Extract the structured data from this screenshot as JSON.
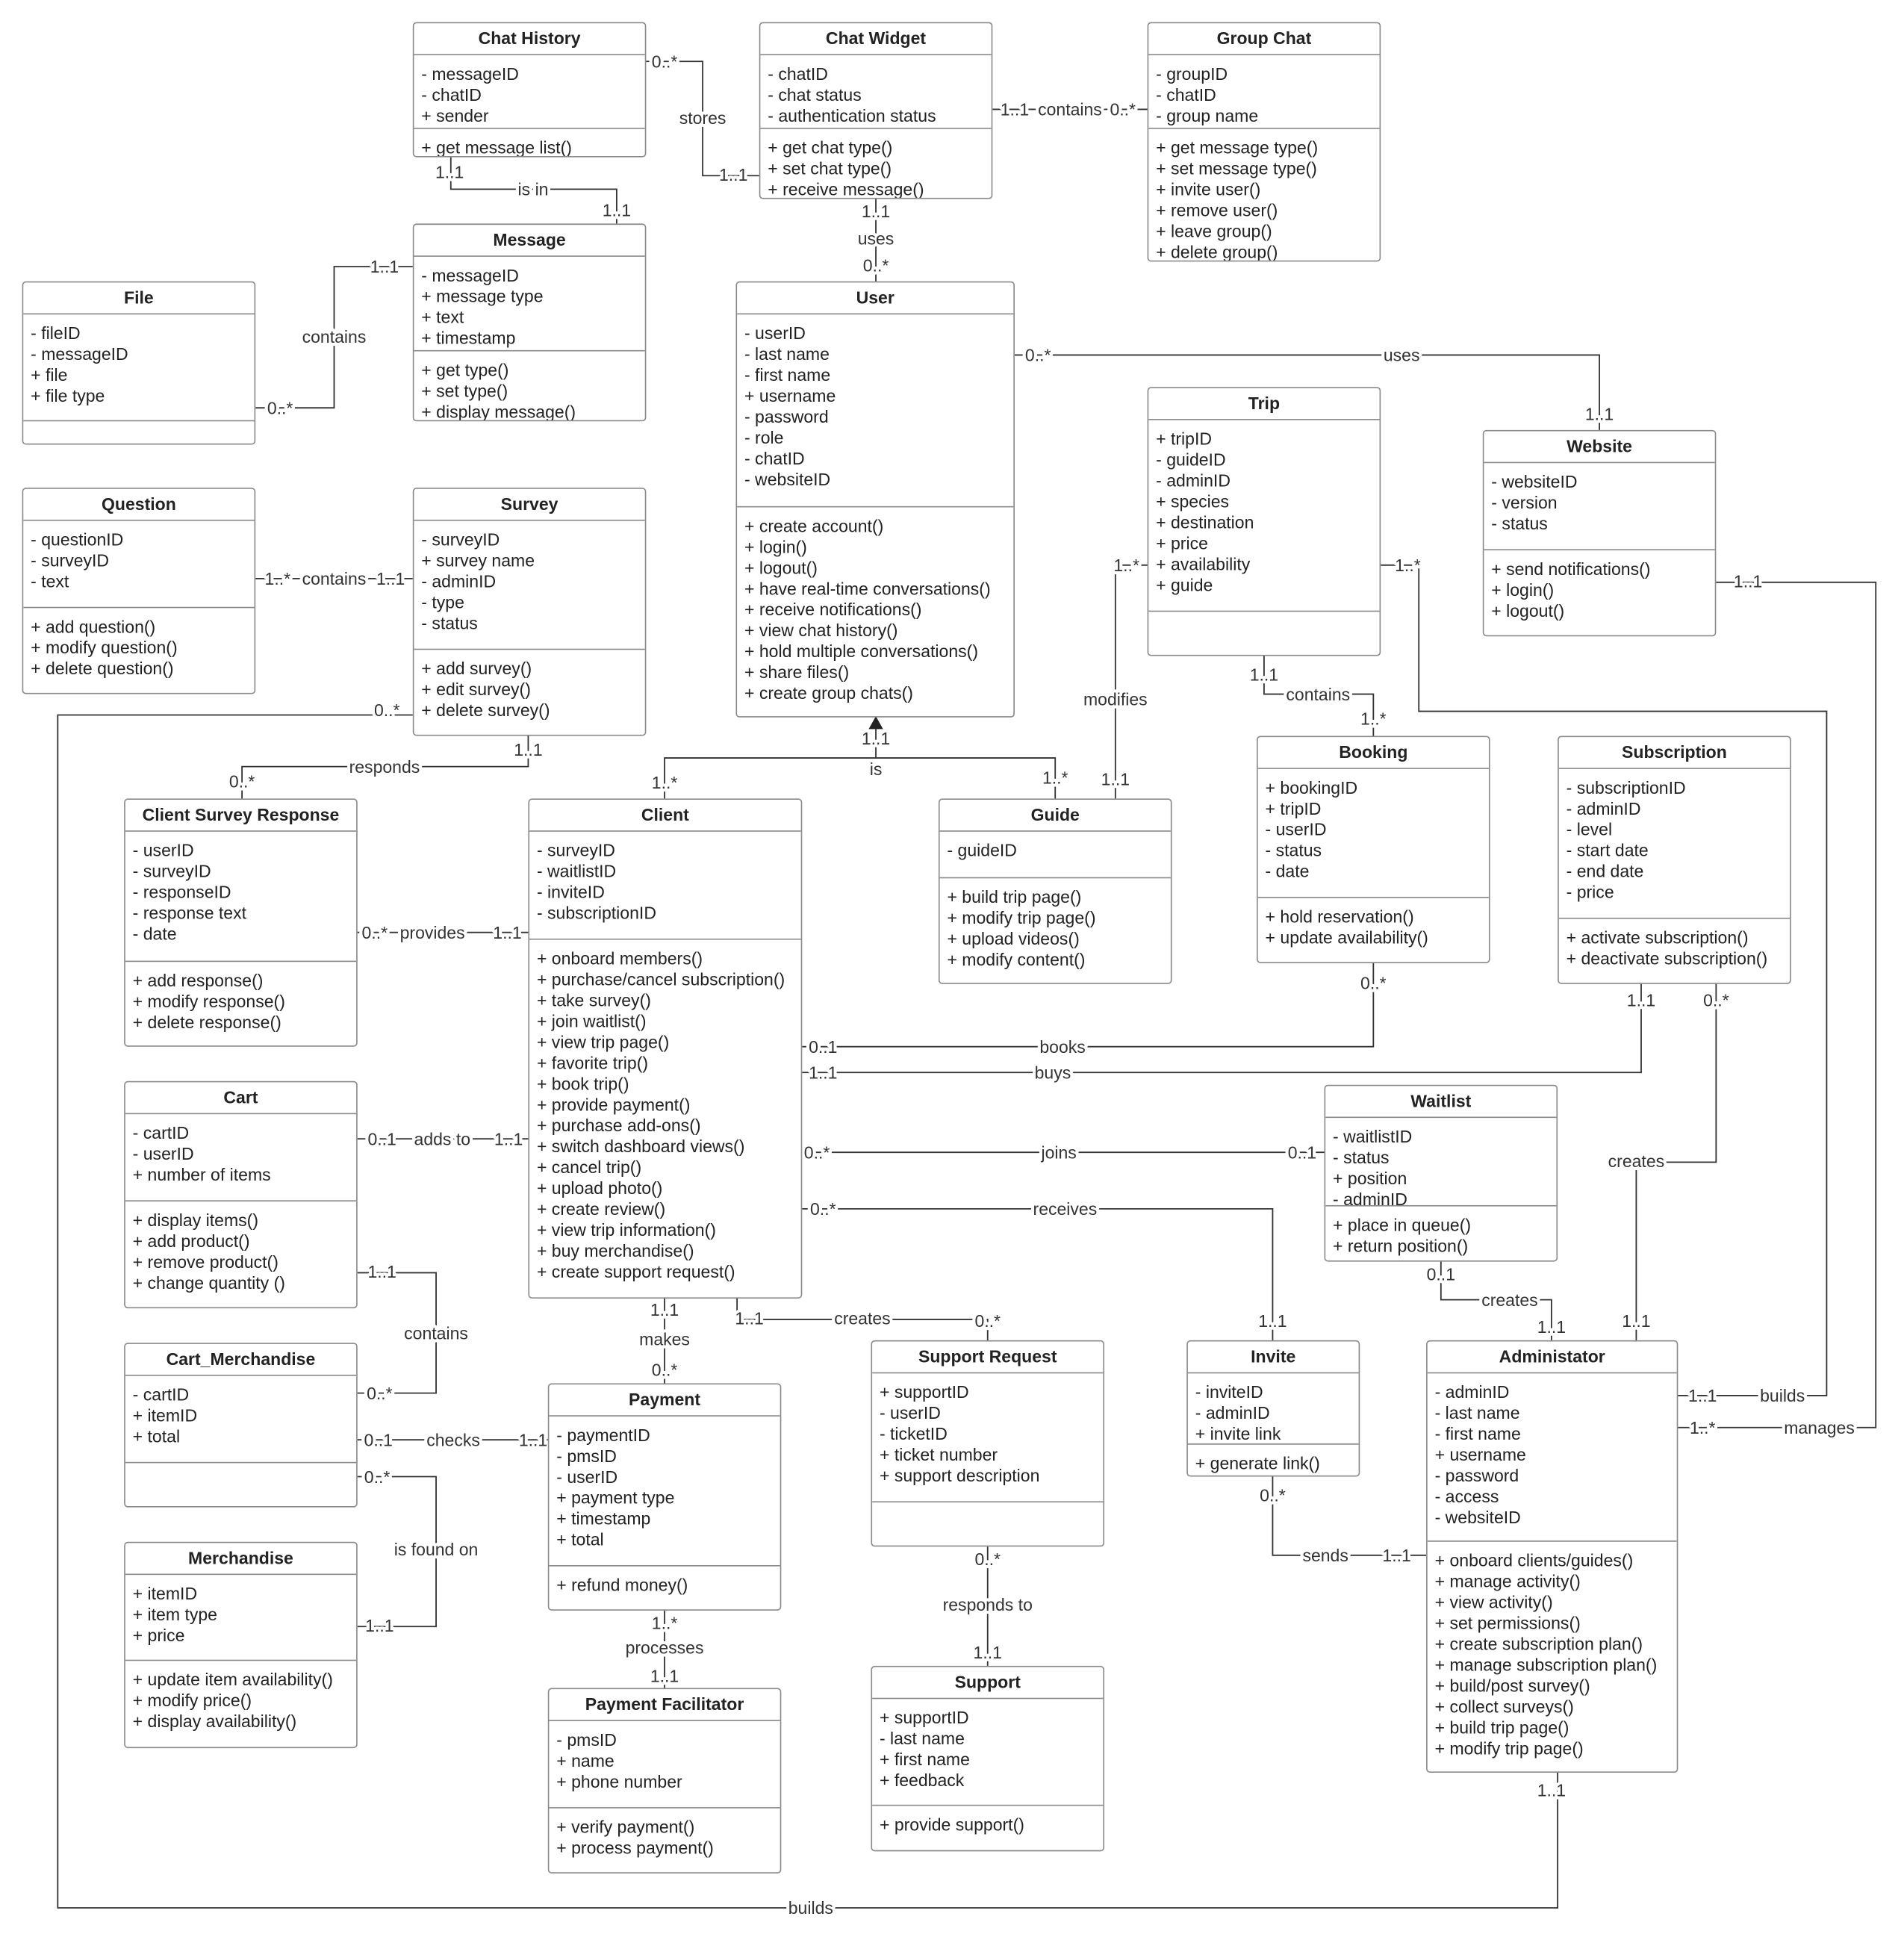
{
  "classes": [
    {
      "name": "Chat History",
      "attributes": [
        "- messageID",
        "- chatID",
        "+ sender"
      ],
      "methods": [
        "+ get message list()"
      ]
    },
    {
      "name": "Chat Widget",
      "attributes": [
        "- chatID",
        "- chat status",
        "- authentication status"
      ],
      "methods": [
        "+ get chat type()",
        "+ set chat type()",
        "+ receive message()"
      ]
    },
    {
      "name": "Group Chat",
      "attributes": [
        "- groupID",
        "- chatID",
        "- group name"
      ],
      "methods": [
        "+ get message type()",
        "+ set message type()",
        "+ invite user()",
        "+ remove user()",
        "+ leave group()",
        "+ delete group()"
      ]
    },
    {
      "name": "Message",
      "attributes": [
        "- messageID",
        "+ message type",
        "+ text",
        "+ timestamp"
      ],
      "methods": [
        "+ get type()",
        "+ set type()",
        "+ display message()"
      ]
    },
    {
      "name": "File",
      "attributes": [
        "- fileID",
        "- messageID",
        "+ file",
        "+ file type"
      ],
      "methods": []
    },
    {
      "name": "User",
      "attributes": [
        "- userID",
        "- last name",
        "- first name",
        "+ username",
        "- password",
        "- role",
        "- chatID",
        "- websiteID"
      ],
      "methods": [
        "+ create account()",
        "+ login()",
        "+ logout()",
        "+ have real-time conversations()",
        "+ receive notifications()",
        "+ view chat history()",
        "+ hold multiple conversations()",
        "+ share files()",
        "+ create group chats()"
      ]
    },
    {
      "name": "Trip",
      "attributes": [
        "+ tripID",
        "- guideID",
        "- adminID",
        "+ species",
        "+ destination",
        "+ price",
        "+ availability",
        "+ guide"
      ],
      "methods": []
    },
    {
      "name": "Website",
      "attributes": [
        "- websiteID",
        "- version",
        "- status"
      ],
      "methods": [
        "+ send notifications()",
        "+ login()",
        "+ logout()"
      ]
    },
    {
      "name": "Question",
      "attributes": [
        "- questionID",
        "- surveyID",
        "- text"
      ],
      "methods": [
        "+ add question()",
        "+ modify question()",
        "+ delete question()"
      ]
    },
    {
      "name": "Survey",
      "attributes": [
        "- surveyID",
        "+ survey name",
        "- adminID",
        "- type",
        "- status"
      ],
      "methods": [
        "+ add survey()",
        "+ edit survey()",
        "+ delete survey()"
      ]
    },
    {
      "name": "Client Survey Response",
      "attributes": [
        "- userID",
        "- surveyID",
        "- responseID",
        "- response text",
        "- date"
      ],
      "methods": [
        "+ add response()",
        "+ modify response()",
        "+ delete response()"
      ]
    },
    {
      "name": "Client",
      "attributes": [
        "- surveyID",
        "- waitlistID",
        "- inviteID",
        "- subscriptionID"
      ],
      "methods": [
        "+ onboard members()",
        "+ purchase/cancel subscription()",
        "+ take survey()",
        "+ join waitlist()",
        "+ view trip page()",
        "+ favorite trip()",
        "+ book trip()",
        "+ provide payment()",
        "+ purchase add-ons()",
        "+ switch dashboard views()",
        "+ cancel trip()",
        "+ upload photo()",
        "+ create review()",
        "+ view trip information()",
        "+ buy merchandise()",
        "+ create support request()"
      ]
    },
    {
      "name": "Guide",
      "attributes": [
        "- guideID"
      ],
      "methods": [
        "+ build trip page()",
        "+ modify trip page()",
        "+ upload videos()",
        "+ modify content()"
      ]
    },
    {
      "name": "Booking",
      "attributes": [
        "+ bookingID",
        "+ tripID",
        "- userID",
        "- status",
        "- date"
      ],
      "methods": [
        "+ hold reservation()",
        "+ update availability()"
      ]
    },
    {
      "name": "Subscription",
      "attributes": [
        "- subscriptionID",
        "- adminID",
        "- level",
        "- start date",
        "- end date",
        "- price"
      ],
      "methods": [
        "+ activate subscription()",
        "+ deactivate subscription()"
      ]
    },
    {
      "name": "Waitlist",
      "attributes": [
        "- waitlistID",
        "- status",
        "+ position",
        "- adminID"
      ],
      "methods": [
        "+ place in queue()",
        "+ return position()"
      ]
    },
    {
      "name": "Cart",
      "attributes": [
        "- cartID",
        "- userID",
        "+ number of items"
      ],
      "methods": [
        "+ display items()",
        "+ add product()",
        "+ remove product()",
        "+ change quantity ()"
      ]
    },
    {
      "name": "Cart_Merchandise",
      "attributes": [
        "- cartID",
        "+ itemID",
        "+ total"
      ],
      "methods": []
    },
    {
      "name": "Payment",
      "attributes": [
        "- paymentID",
        "- pmsID",
        "- userID",
        "+ payment type",
        "+ timestamp",
        "+ total"
      ],
      "methods": [
        "+ refund money()"
      ]
    },
    {
      "name": "Support Request",
      "attributes": [
        "+ supportID",
        "- userID",
        "- ticketID",
        "+ ticket number",
        "+ support description"
      ],
      "methods": []
    },
    {
      "name": "Invite",
      "attributes": [
        "- inviteID",
        "- adminID",
        "+ invite link"
      ],
      "methods": [
        "+ generate link()"
      ]
    },
    {
      "name": "Administator",
      "attributes": [
        "- adminID",
        "- last name",
        "- first name",
        "+ username",
        "- password",
        "- access",
        "- websiteID"
      ],
      "methods": [
        "+ onboard clients/guides()",
        "+ manage activity()",
        "+ view activity()",
        "+ set permissions()",
        "+ create subscription plan()",
        "+ manage subscription plan()",
        "+ build/post survey()",
        "+ collect surveys()",
        "+ build trip page()",
        "+ modify trip page()"
      ]
    },
    {
      "name": "Merchandise",
      "attributes": [
        "+ itemID",
        "+ item type",
        "+ price"
      ],
      "methods": [
        "+ update item availability()",
        "+ modify price()",
        "+ display availability()"
      ]
    },
    {
      "name": "Payment Facilitator",
      "attributes": [
        "- pmsID",
        "+ name",
        "+ phone number"
      ],
      "methods": [
        "+ verify payment()",
        "+ process payment()"
      ]
    },
    {
      "name": "Support",
      "attributes": [
        "+ supportID",
        "- last name",
        "+ first name",
        "+ feedback"
      ],
      "methods": [
        "+ provide support()"
      ]
    }
  ],
  "relationships": [
    {
      "from": "Chat History",
      "to": "Chat Widget",
      "label": "stores",
      "from_mult": "0..*",
      "to_mult": "1..1"
    },
    {
      "from": "Chat History",
      "to": "Message",
      "label": "is in",
      "from_mult": "1..1",
      "to_mult": "1..1"
    },
    {
      "from": "Chat Widget",
      "to": "Group Chat",
      "label": "contains",
      "from_mult": "1..1",
      "to_mult": "0..*"
    },
    {
      "from": "Chat Widget",
      "to": "User",
      "label": "uses",
      "from_mult": "1..1",
      "to_mult": "0..*"
    },
    {
      "from": "File",
      "to": "Message",
      "label": "contains",
      "from_mult": "0..*",
      "to_mult": "1..1"
    },
    {
      "from": "User",
      "to": "Website",
      "label": "uses",
      "from_mult": "0..*",
      "to_mult": "1..1"
    },
    {
      "from": "Question",
      "to": "Survey",
      "label": "contains",
      "from_mult": "1..*",
      "to_mult": "1..1"
    },
    {
      "from": "Survey",
      "to": "Client Survey Response",
      "label": "responds",
      "from_mult": "1..1",
      "to_mult": "0..*"
    },
    {
      "from": "User",
      "to": "Client / Guide",
      "label": "is",
      "from_mult": "1..1",
      "to_mult": "1..*",
      "to_mult2": "1..*"
    },
    {
      "from": "Trip",
      "to": "Guide",
      "label": "modifies",
      "from_mult": "1..*",
      "to_mult": "1..1"
    },
    {
      "from": "Trip",
      "to": "Booking",
      "label": "contains",
      "from_mult": "1..1",
      "to_mult": "1..*"
    },
    {
      "from": "Trip",
      "to": "Administator",
      "label": "builds",
      "from_mult": "1..*",
      "to_mult": "1..1"
    },
    {
      "from": "Website",
      "to": "Administator",
      "label": "manages",
      "from_mult": "1..1",
      "to_mult": "1..*"
    },
    {
      "from": "Client Survey Response",
      "to": "Client",
      "label": "provides",
      "from_mult": "0..*",
      "to_mult": "1..1"
    },
    {
      "from": "Client",
      "to": "Booking",
      "label": "books",
      "from_mult": "0..1",
      "to_mult": "0..*"
    },
    {
      "from": "Client",
      "to": "Subscription",
      "label": "buys",
      "from_mult": "1..1",
      "to_mult": "1..1"
    },
    {
      "from": "Client",
      "to": "Waitlist",
      "label": "joins",
      "from_mult": "0..*",
      "to_mult": "0..1"
    },
    {
      "from": "Client",
      "to": "Invite",
      "label": "receives",
      "from_mult": "0..*",
      "to_mult": "1..1"
    },
    {
      "from": "Cart",
      "to": "Client",
      "label": "adds to",
      "from_mult": "0..1",
      "to_mult": "1..1"
    },
    {
      "from": "Cart",
      "to": "Cart_Merchandise",
      "label": "contains",
      "from_mult": "1..1",
      "to_mult": "0..*"
    },
    {
      "from": "Cart_Merchandise",
      "to": "Payment",
      "label": "checks",
      "from_mult": "0..1",
      "to_mult": "1..1"
    },
    {
      "from": "Cart_Merchandise",
      "to": "Merchandise",
      "label": "is found on",
      "from_mult": "0..*",
      "to_mult": "1..1"
    },
    {
      "from": "Client",
      "to": "Payment",
      "label": "makes",
      "from_mult": "1..1",
      "to_mult": "0..*"
    },
    {
      "from": "Client",
      "to": "Support Request",
      "label": "creates",
      "from_mult": "1..1",
      "to_mult": "0..*"
    },
    {
      "from": "Payment",
      "to": "Payment Facilitator",
      "label": "processes",
      "from_mult": "1..*",
      "to_mult": "1..1"
    },
    {
      "from": "Support Request",
      "to": "Support",
      "label": "responds to",
      "from_mult": "0..*",
      "to_mult": "1..1"
    },
    {
      "from": "Invite",
      "to": "Administator",
      "label": "sends",
      "from_mult": "0..*",
      "to_mult": "1..1"
    },
    {
      "from": "Waitlist",
      "to": "Administator",
      "label": "creates",
      "from_mult": "0..1",
      "to_mult": "1..1"
    },
    {
      "from": "Subscription",
      "to": "Administator",
      "label": "creates",
      "from_mult": "0..*",
      "to_mult": "1..1"
    },
    {
      "from": "Administator",
      "to": "Survey",
      "label": "builds",
      "from_mult": "1..1",
      "to_mult": "0..*"
    }
  ]
}
